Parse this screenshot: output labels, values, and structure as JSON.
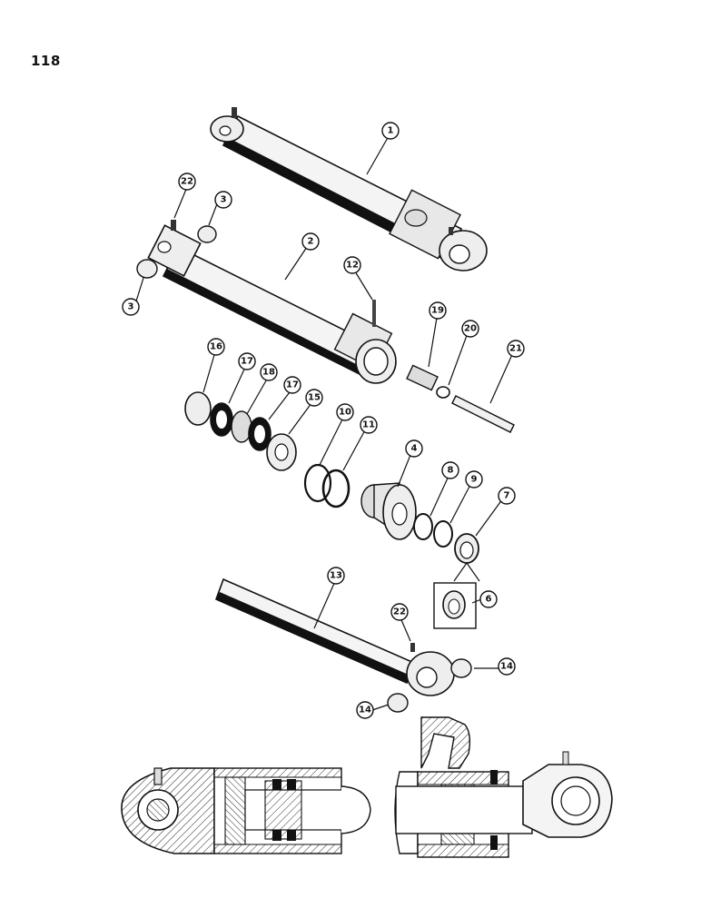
{
  "page": {
    "number": "118"
  },
  "callouts": [
    {
      "id": "c1",
      "label": "1"
    },
    {
      "id": "c2",
      "label": "2"
    },
    {
      "id": "c3a",
      "label": "3"
    },
    {
      "id": "c3b",
      "label": "3"
    },
    {
      "id": "c4",
      "label": "4"
    },
    {
      "id": "c6",
      "label": "6"
    },
    {
      "id": "c7",
      "label": "7"
    },
    {
      "id": "c8",
      "label": "8"
    },
    {
      "id": "c9",
      "label": "9"
    },
    {
      "id": "c10",
      "label": "10"
    },
    {
      "id": "c11",
      "label": "11"
    },
    {
      "id": "c12",
      "label": "12"
    },
    {
      "id": "c13",
      "label": "13"
    },
    {
      "id": "c14a",
      "label": "14"
    },
    {
      "id": "c14b",
      "label": "14"
    },
    {
      "id": "c15",
      "label": "15"
    },
    {
      "id": "c16",
      "label": "16"
    },
    {
      "id": "c17a",
      "label": "17"
    },
    {
      "id": "c17b",
      "label": "17"
    },
    {
      "id": "c18",
      "label": "18"
    },
    {
      "id": "c19",
      "label": "19"
    },
    {
      "id": "c20",
      "label": "20"
    },
    {
      "id": "c21",
      "label": "21"
    },
    {
      "id": "c22a",
      "label": "22"
    },
    {
      "id": "c22b",
      "label": "22"
    }
  ]
}
